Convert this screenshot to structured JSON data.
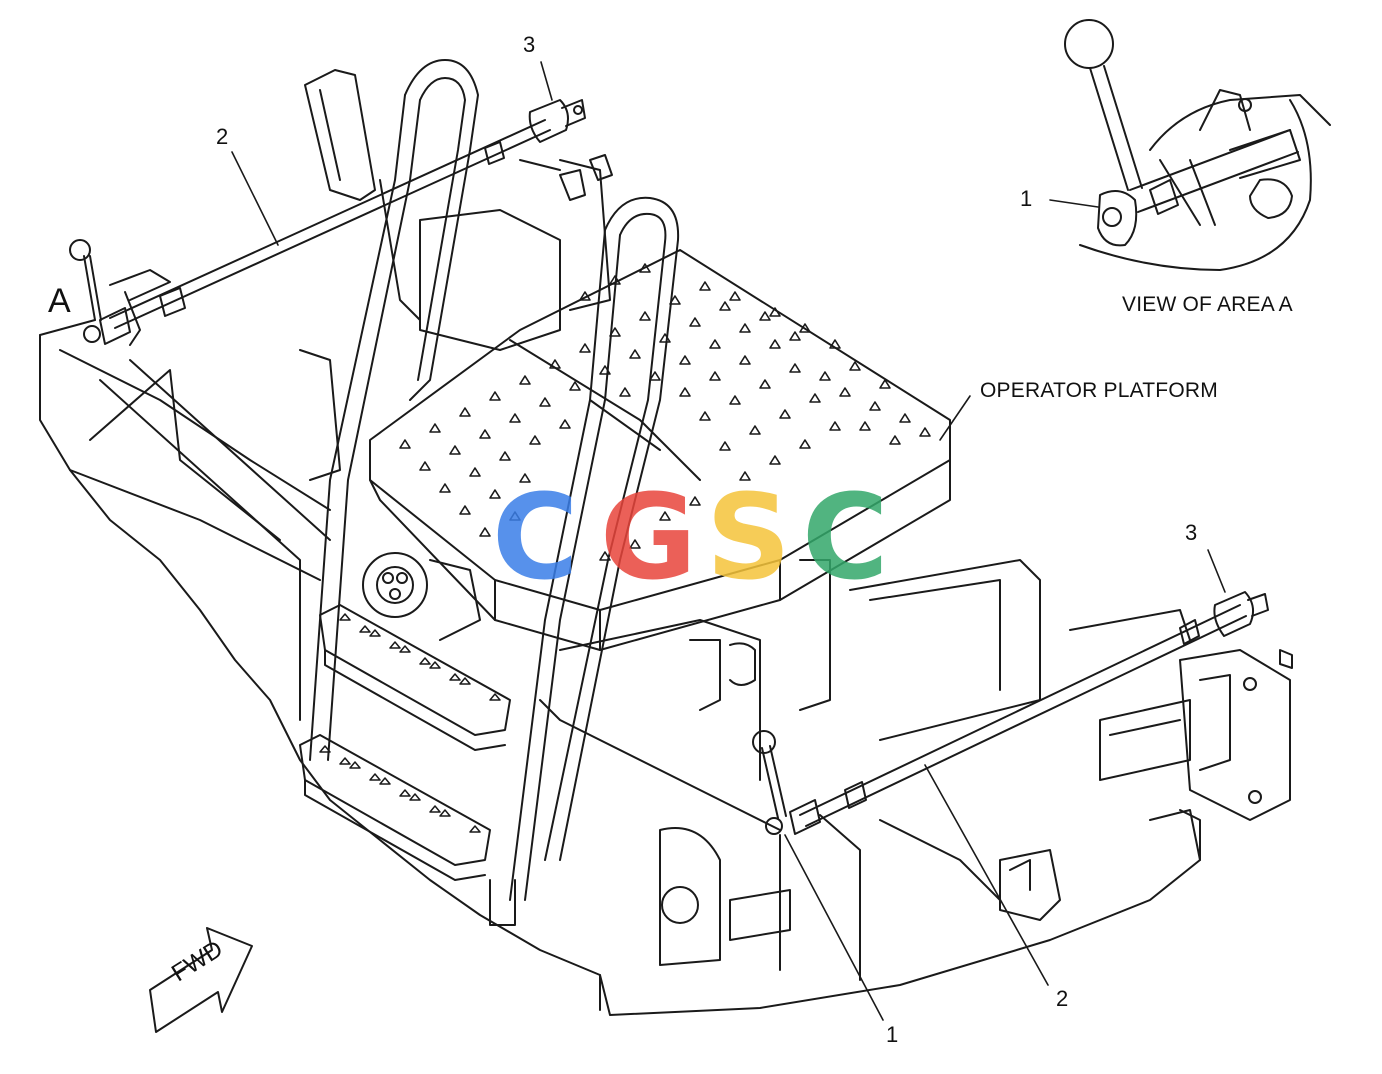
{
  "labels": {
    "area_marker": "A",
    "view_caption": "VIEW OF AREA A",
    "platform": "OPERATOR PLATFORM",
    "fwd": "FWD"
  },
  "callouts": {
    "left_rod": "2",
    "left_collar": "3",
    "detail_item": "1",
    "right_collar": "3",
    "right_rod": "2",
    "bottom_item": "1"
  },
  "watermark": {
    "letters": [
      "C",
      "G",
      "S",
      "C"
    ],
    "colors": [
      "#3a7ee8",
      "#e8453c",
      "#f5c43a",
      "#33a86a"
    ]
  }
}
